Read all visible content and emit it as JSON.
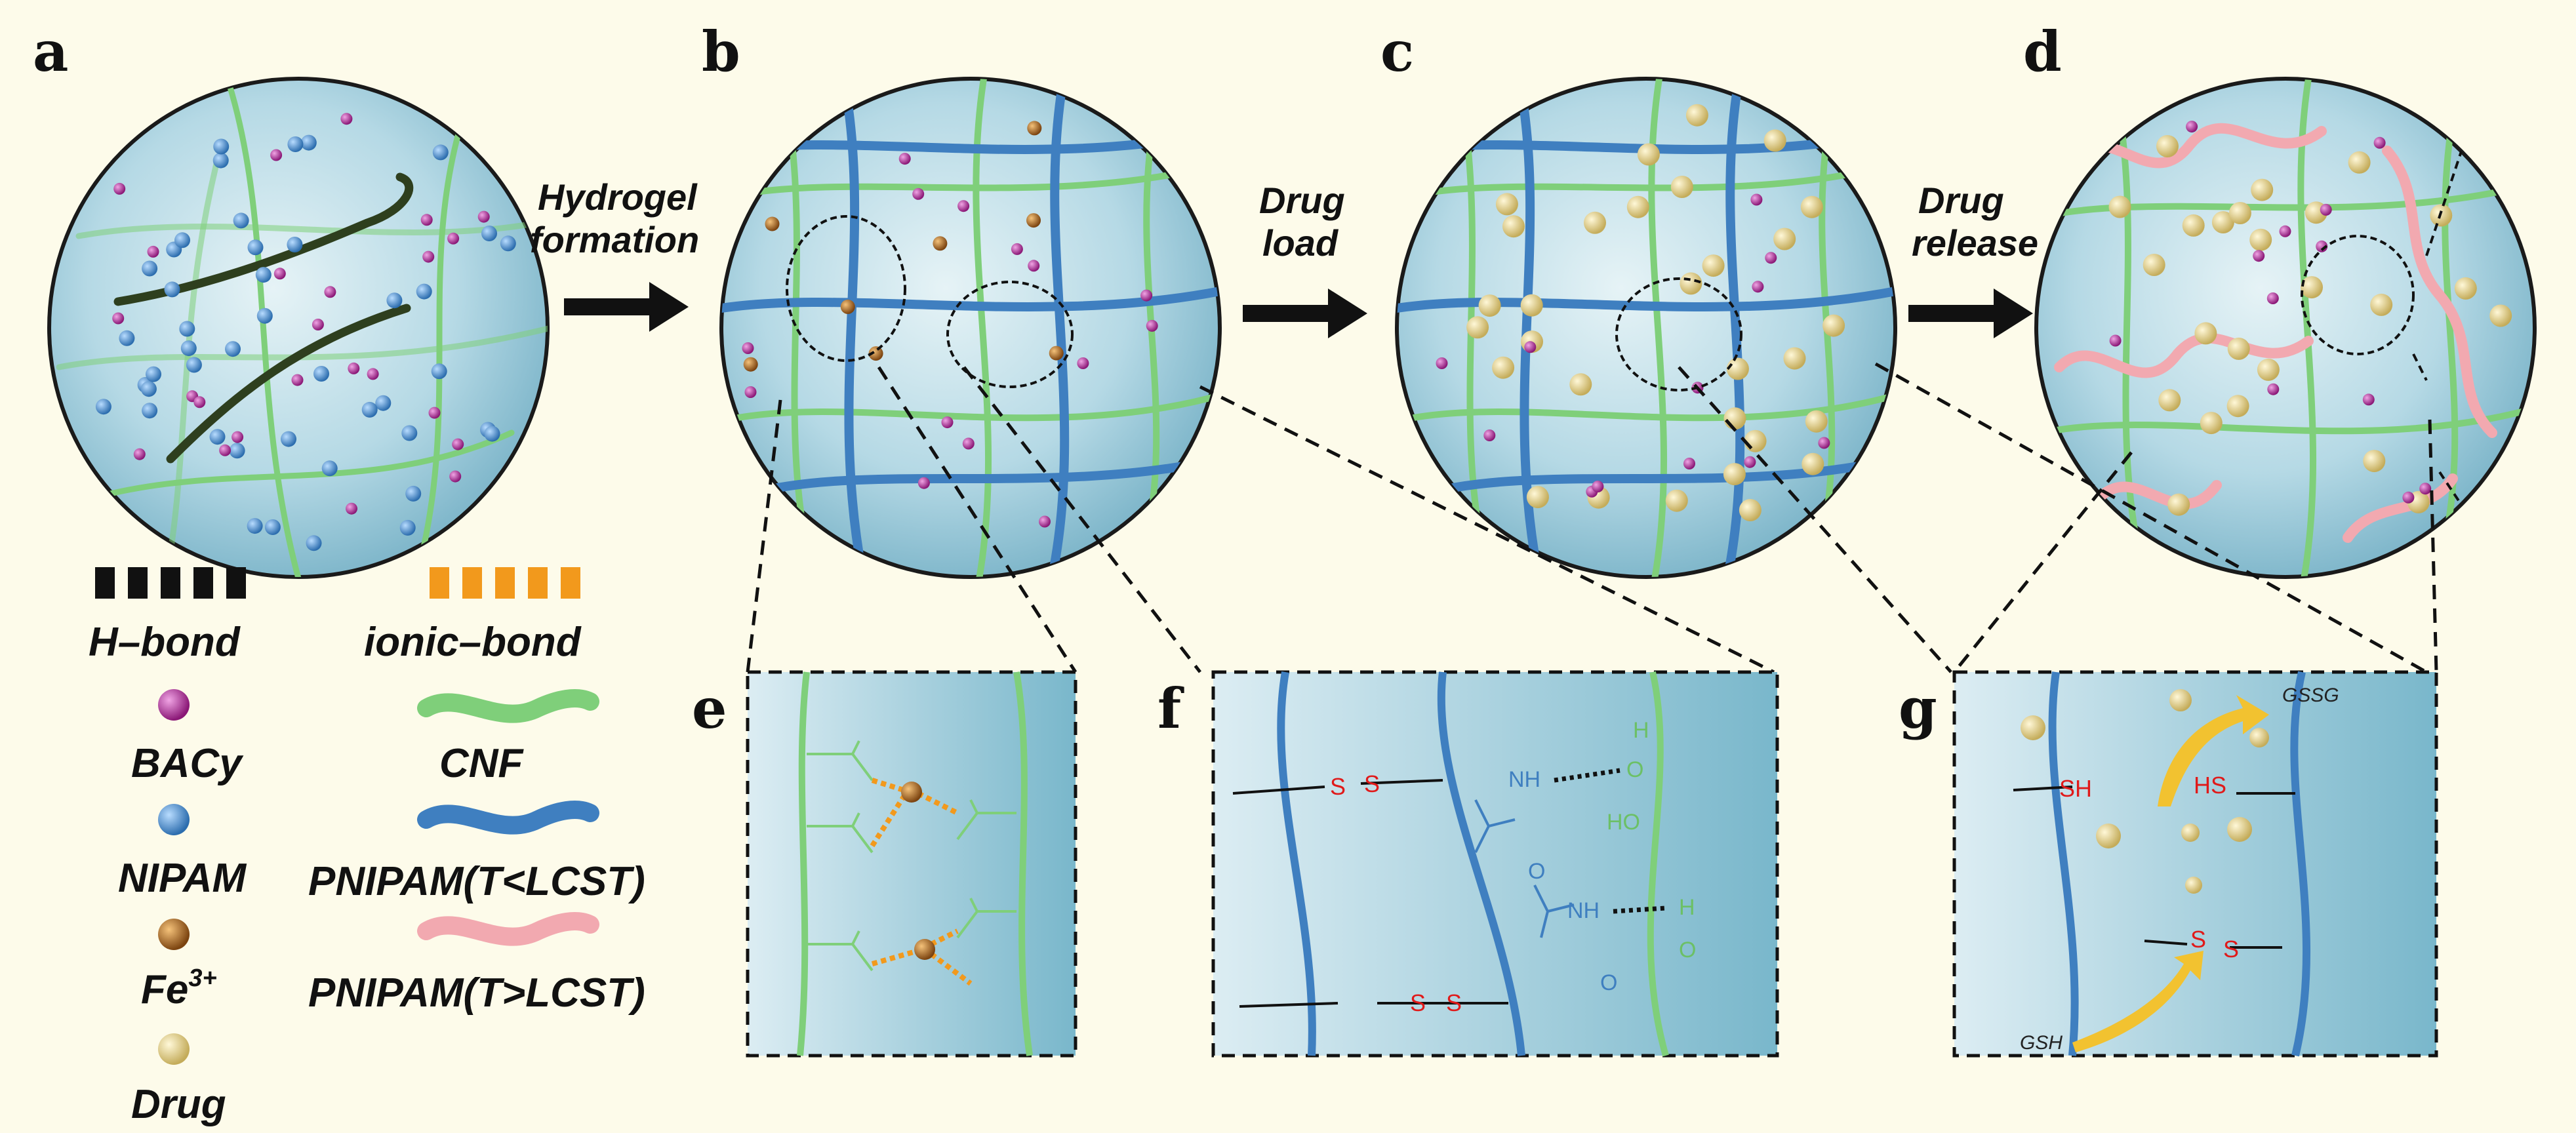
{
  "panels": {
    "a": "a",
    "b": "b",
    "c": "c",
    "d": "d",
    "e": "e",
    "f": "f",
    "g": "g"
  },
  "steps": {
    "hydrogel_line1": "Hydrogel",
    "hydrogel_line2": "formation",
    "load_line1": "Drug",
    "load_line2": "load",
    "release_line1": "Drug",
    "release_line2": "release"
  },
  "legend": {
    "h_bond": "H–bond",
    "ionic_bond": "ionic–bond",
    "bacy": "BACy",
    "cnf": "CNF",
    "nipam": "NIPAM",
    "pnipam_low": "PNIPAM(T<LCST)",
    "fe_base": "Fe",
    "fe_sup": "3+",
    "pnipam_high": "PNIPAM(T>LCST)",
    "drug": "Drug"
  },
  "chem": {
    "s": "S",
    "nh": "NH",
    "o": "O",
    "h": "H",
    "ho": "HO",
    "sh": "SH",
    "hs": "HS",
    "gssg": "GSSG",
    "gsh": "GSH"
  },
  "colors": {
    "background": "#fdfbea",
    "cnf": "#7fcf7a",
    "pnipam_low": "#3f7fc0",
    "pnipam_high": "#f2a9b0",
    "bacy": "#b8279e",
    "nipam": "#4c92d4",
    "fe": "#b0701e",
    "drug": "#ecd98e",
    "ionic_bond": "#f2991c",
    "disulfide": "#e01a1a",
    "gsh_arrow": "#f2c230"
  }
}
